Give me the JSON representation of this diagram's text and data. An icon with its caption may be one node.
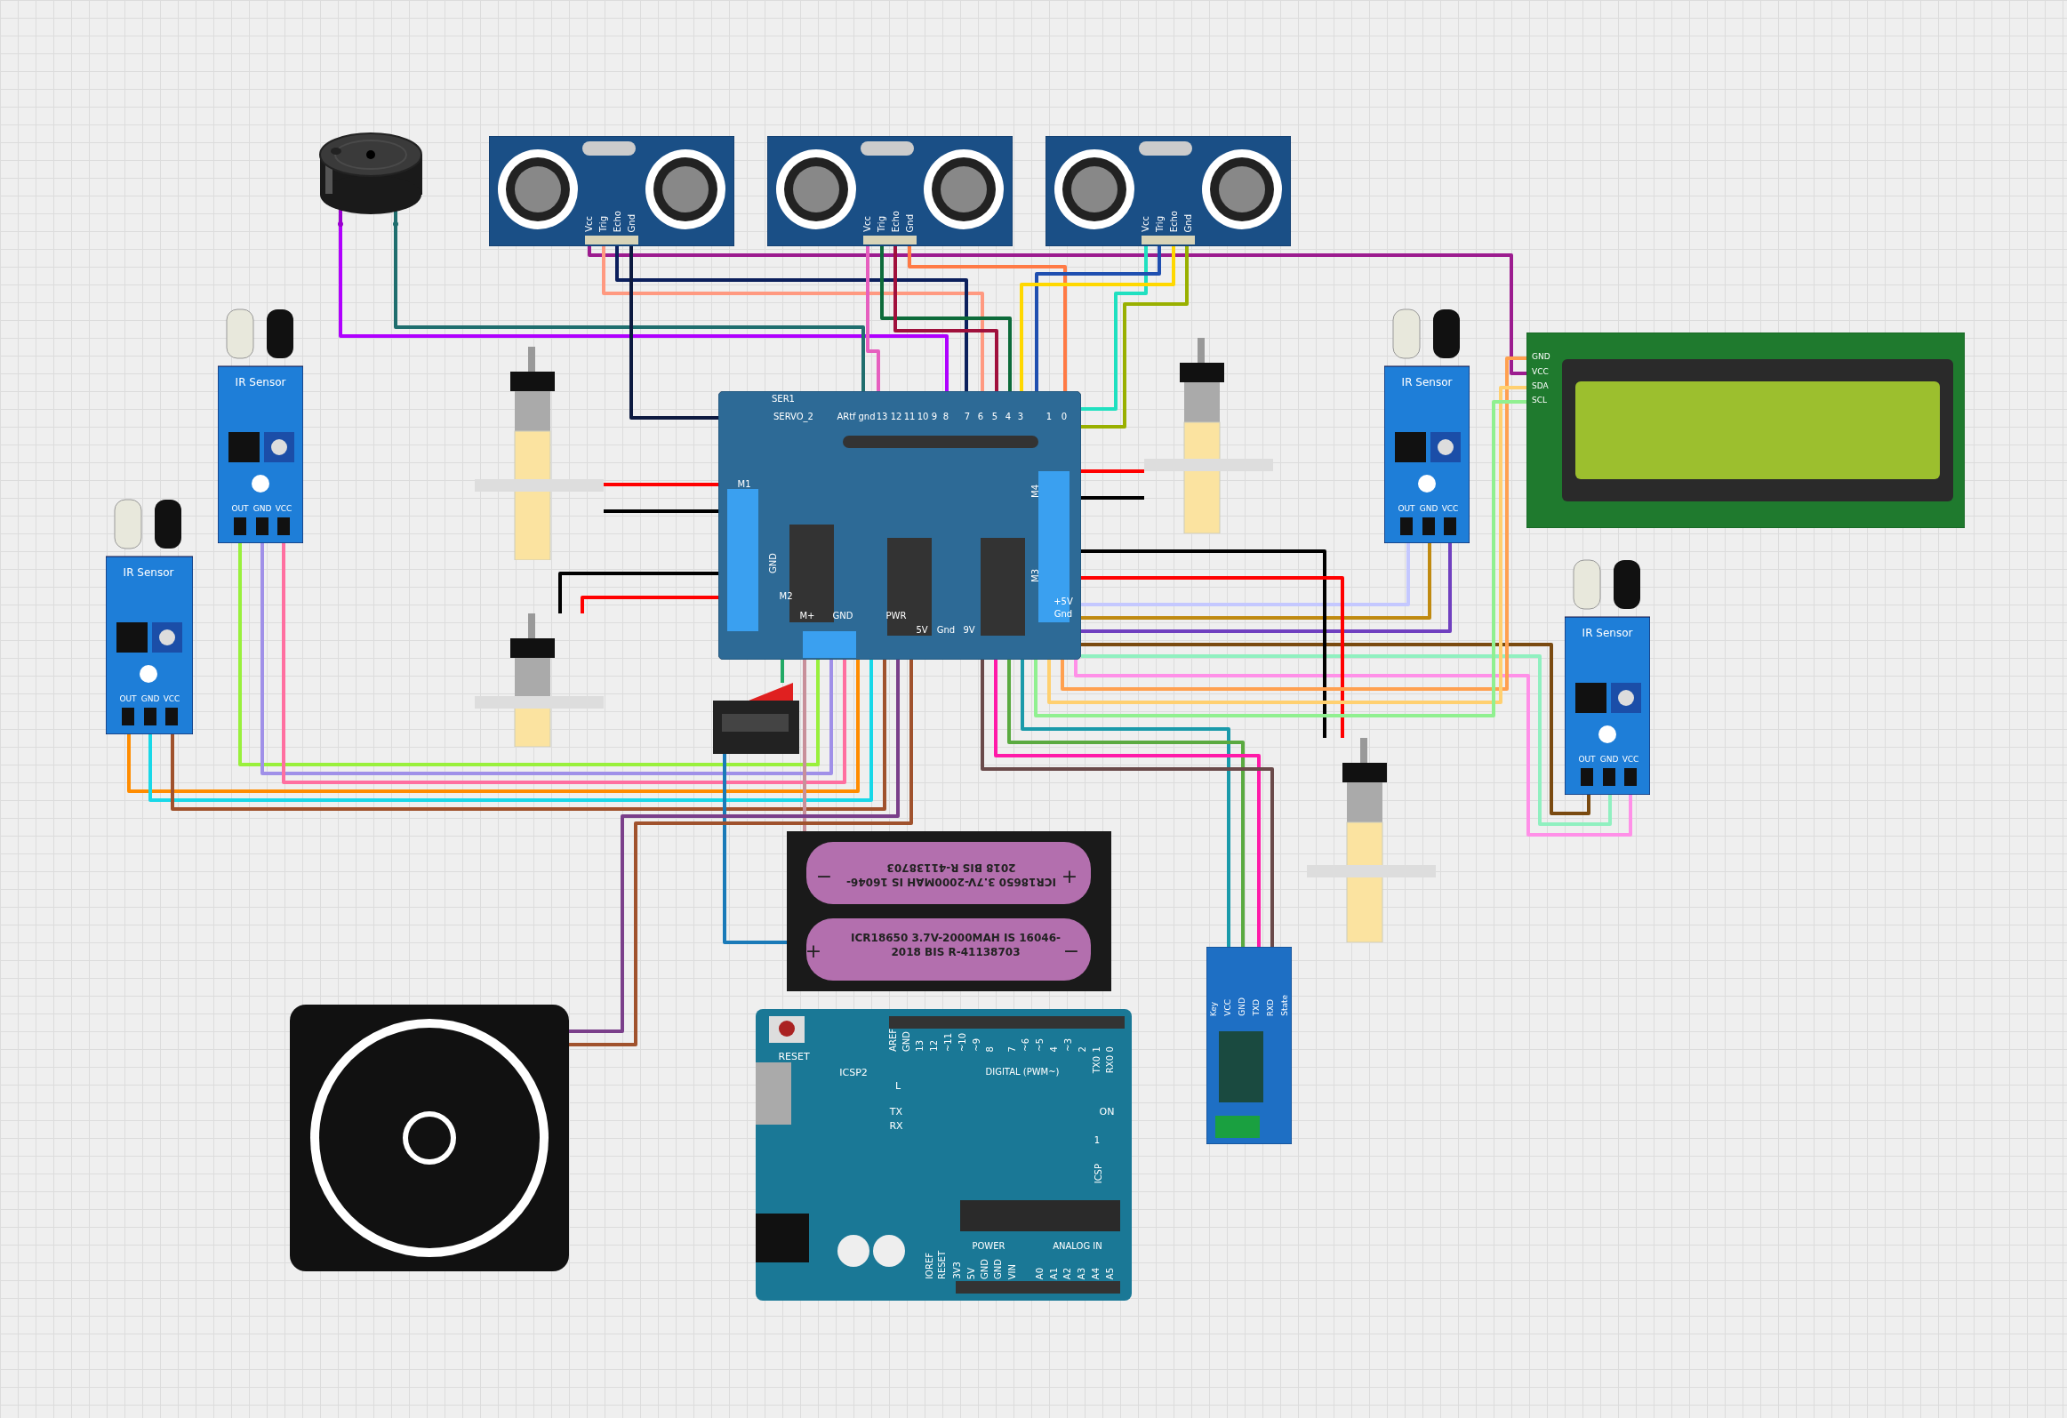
{
  "diagram": {
    "nodes": [
      {
        "text": [],
        "shape": "picture"
      },
      {
        "text": [
          "Vcc",
          "Trig",
          "Echo",
          "Gnd"
        ]
      },
      {
        "text": [
          "Vcc",
          "Trig",
          "Echo",
          "Gnd"
        ]
      },
      {
        "text": [
          "Vcc",
          "Trig",
          "Echo",
          "Gnd"
        ]
      },
      {
        "text": [
          "IR Sensor",
          "OUT",
          "GND",
          "VCC"
        ]
      },
      {
        "text": [
          "IR Sensor",
          "OUT",
          "GND",
          "VCC"
        ]
      },
      {
        "text": [
          "IR Sensor",
          "OUT",
          "GND",
          "VCC"
        ]
      },
      {
        "text": [
          "IR Sensor",
          "OUT",
          "GND",
          "VCC"
        ]
      },
      {
        "text": [],
        "shape": "picture"
      },
      {
        "text": [],
        "shape": "picture"
      },
      {
        "text": [],
        "shape": "picture"
      },
      {
        "text": [],
        "shape": "picture"
      },
      {
        "text": [
          "SER1",
          "SERVO_2",
          "ARtf",
          "gnd",
          "13",
          "12",
          "11",
          "10",
          "9",
          "8",
          "7",
          "6",
          "5",
          "4",
          "3",
          "1",
          "0",
          "M1",
          "M4",
          "GND",
          "M3",
          "M2",
          "+5V",
          "M+",
          "GND",
          "PWR",
          "Gnd",
          "5V",
          "Gnd",
          "9V"
        ]
      },
      {
        "text": [],
        "shape": "picture"
      },
      {
        "text": [
          "−",
          "ICR18650 3.7V-2000MAH IS 16046-2018 BIS R-41138703",
          "+",
          "+",
          "ICR18650 3.7V-2000MAH IS 16046-2018 BIS R-41138703",
          "−"
        ]
      },
      {
        "text": [],
        "shape": "picture"
      },
      {
        "text": [
          "RESET",
          "ICSP2",
          "AREF",
          "GND",
          "13",
          "12",
          "~11",
          "~10",
          "~9",
          "8",
          "7",
          "~6",
          "~5",
          "4",
          "~3",
          "2",
          "1",
          "0",
          "TX0",
          "RX0",
          "DIGITAL (PWM~)",
          "L",
          "TX",
          "RX",
          "ON",
          "1",
          "ICSP",
          "IOREF",
          "RESET",
          "3V3",
          "5V",
          "GND",
          "GND",
          "VIN",
          "POWER",
          "ANALOG IN",
          "A0",
          "A1",
          "A2",
          "A3",
          "A4",
          "A5"
        ]
      },
      {
        "text": [
          "Key",
          "VCC",
          "GND",
          "TXD",
          "RXD",
          "State"
        ]
      },
      {
        "text": [
          "GND",
          "VCC",
          "SDA",
          "SCL"
        ]
      }
    ],
    "edges": [
      {
        "from": 0,
        "to": 12,
        "arrow": "none",
        "color": "#b000ff"
      },
      {
        "from": 0,
        "to": 12,
        "arrow": "none",
        "color": "#1f6e6e"
      },
      {
        "from": 1,
        "to": 18,
        "arrow": "none",
        "color": "#9c1c8f"
      },
      {
        "from": 1,
        "to": 12,
        "arrow": "none",
        "color": "#ff9980"
      },
      {
        "from": 1,
        "to": 12,
        "arrow": "none",
        "color": "#0b1f5c"
      },
      {
        "from": 1,
        "to": 12,
        "arrow": "none",
        "color": "#0d1a40"
      },
      {
        "from": 2,
        "to": 12,
        "arrow": "none",
        "color": "#e65fbf"
      },
      {
        "from": 2,
        "to": 12,
        "arrow": "none",
        "color": "#0d6b3a"
      },
      {
        "from": 2,
        "to": 12,
        "arrow": "none",
        "color": "#a0103c"
      },
      {
        "from": 2,
        "to": 12,
        "arrow": "none",
        "color": "#ff7a45"
      },
      {
        "from": 3,
        "to": 12,
        "arrow": "none",
        "color": "#20e0c0"
      },
      {
        "from": 3,
        "to": 12,
        "arrow": "none",
        "color": "#1f4fb0"
      },
      {
        "from": 3,
        "to": 12,
        "arrow": "none",
        "color": "#ffd800"
      },
      {
        "from": 3,
        "to": 12,
        "arrow": "none",
        "color": "#99b000"
      },
      {
        "from": 4,
        "to": 12,
        "arrow": "none",
        "color": "#99f03c"
      },
      {
        "from": 4,
        "to": 12,
        "arrow": "none",
        "color": "#a090e8"
      },
      {
        "from": 4,
        "to": 12,
        "arrow": "none",
        "color": "#ff6fa0"
      },
      {
        "from": 5,
        "to": 12,
        "arrow": "none",
        "color": "#ff8c00"
      },
      {
        "from": 5,
        "to": 12,
        "arrow": "none",
        "color": "#18d8e8"
      },
      {
        "from": 5,
        "to": 12,
        "arrow": "none",
        "color": "#a0522d"
      },
      {
        "from": 6,
        "to": 12,
        "arrow": "none",
        "color": "#c4c8ff"
      },
      {
        "from": 6,
        "to": 12,
        "arrow": "none",
        "color": "#c08a10"
      },
      {
        "from": 6,
        "to": 12,
        "arrow": "none",
        "color": "#7040c0"
      },
      {
        "from": 7,
        "to": 12,
        "arrow": "none",
        "color": "#7a4a10"
      },
      {
        "from": 7,
        "to": 12,
        "arrow": "none",
        "color": "#90f0c0"
      },
      {
        "from": 7,
        "to": 12,
        "arrow": "none",
        "color": "#ff90e8"
      },
      {
        "from": 8,
        "to": 12,
        "arrow": "none",
        "color": "#ff0000"
      },
      {
        "from": 8,
        "to": 12,
        "arrow": "none",
        "color": "#000000"
      },
      {
        "from": 9,
        "to": 12,
        "arrow": "none",
        "color": "#000000"
      },
      {
        "from": 9,
        "to": 12,
        "arrow": "none",
        "color": "#ff0000"
      },
      {
        "from": 10,
        "to": 12,
        "arrow": "none",
        "color": "#ff0000"
      },
      {
        "from": 10,
        "to": 12,
        "arrow": "none",
        "color": "#000000"
      },
      {
        "from": 11,
        "to": 12,
        "arrow": "none",
        "color": "#000000"
      },
      {
        "from": 11,
        "to": 12,
        "arrow": "none",
        "color": "#ff0000"
      },
      {
        "from": 18,
        "to": 12,
        "arrow": "none",
        "color": "#ffa050"
      },
      {
        "from": 18,
        "to": 12,
        "arrow": "none",
        "color": "#ffd070"
      },
      {
        "from": 18,
        "to": 12,
        "arrow": "none",
        "color": "#90f090"
      },
      {
        "from": 13,
        "to": 12,
        "arrow": "none",
        "color": "#22aa66"
      },
      {
        "from": 13,
        "to": 14,
        "arrow": "none",
        "color": "#1a7ab8"
      },
      {
        "from": 14,
        "to": 12,
        "arrow": "none",
        "color": "#c8909a"
      },
      {
        "from": 15,
        "to": 12,
        "arrow": "none",
        "color": "#7a3f8a"
      },
      {
        "from": 15,
        "to": 12,
        "arrow": "none",
        "color": "#a0522d"
      },
      {
        "from": 17,
        "to": 12,
        "arrow": "none",
        "color": "#1a9aaa"
      },
      {
        "from": 17,
        "to": 12,
        "arrow": "none",
        "color": "#5aaa40"
      },
      {
        "from": 17,
        "to": 12,
        "arrow": "none",
        "color": "#ff1aa8"
      },
      {
        "from": 17,
        "to": 12,
        "arrow": "none",
        "color": "#6a4a4a"
      }
    ]
  }
}
